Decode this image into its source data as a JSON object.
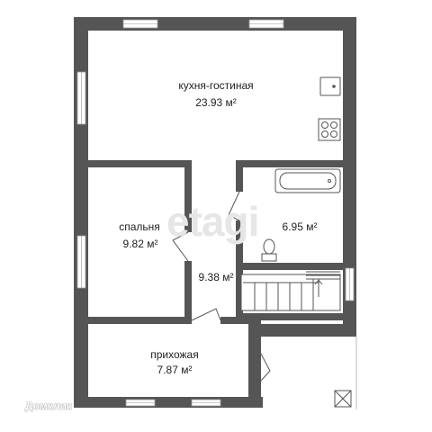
{
  "rooms": {
    "kitchen_living": {
      "name": "кухня-гостиная",
      "area": "23.93 м²"
    },
    "bathroom": {
      "area": "6.95 м²"
    },
    "bedroom": {
      "name": "спальня",
      "area": "9.82 м²"
    },
    "corridor": {
      "area": "9.38 м²"
    },
    "hallway": {
      "name": "прихожая",
      "area": "7.87 м²"
    }
  },
  "watermark": "etagi",
  "bottom_logo": "Домклик",
  "colors": {
    "wall": "#555555",
    "window": "#ffffff",
    "fixture_stroke": "#555555"
  }
}
